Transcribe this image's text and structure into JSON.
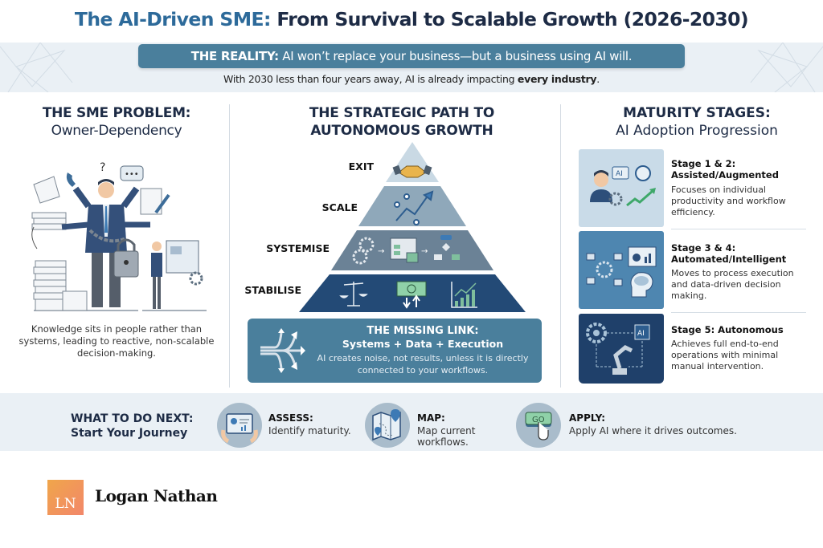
{
  "header": {
    "title_accent": "The AI-Driven SME:",
    "title_rest": " From Survival to Scalable Growth (2026-2030)"
  },
  "reality": {
    "label": "THE REALITY:",
    "message": " AI won’t replace your business—but a business using AI will.",
    "sub_text": "With 2030 less than four years away, AI is already impacting ",
    "sub_bold": "every industry",
    "sub_end": "."
  },
  "problem": {
    "title": "THE SME PROBLEM:",
    "subtitle": "Owner-Dependency",
    "description": "Knowledge sits in people rather than systems, leading to reactive, non-scalable decision-making."
  },
  "path": {
    "title_line1": "THE STRATEGIC PATH TO",
    "title_line2": "AUTONOMOUS GROWTH",
    "levels": [
      {
        "label": "EXIT",
        "icon": "handshake-icon",
        "color": "#c9d9e4"
      },
      {
        "label": "SCALE",
        "icon": "growth-network-icon",
        "color": "#8fa8ba"
      },
      {
        "label": "SYSTEMISE",
        "icon": "workflow-process-icon",
        "color": "#6b8296"
      },
      {
        "label": "STABILISE",
        "icon": "balance-finance-chart-icon",
        "color": "#234a76"
      }
    ],
    "missing_link": {
      "title": "THE MISSING LINK:",
      "subtitle": "Systems + Data + Execution",
      "description": "AI creates noise, not results, unless it is directly connected to your workflows."
    }
  },
  "maturity": {
    "title": "MATURITY STAGES:",
    "subtitle": "AI Adoption Progression",
    "stages": [
      {
        "title_line1": "Stage 1 & 2:",
        "title_line2": "Assisted/Augmented",
        "description": "Focuses on individual productivity and workflow efficiency.",
        "bg": "#c9dbe8"
      },
      {
        "title_line1": "Stage 3 & 4:",
        "title_line2": "Automated/Intelligent",
        "description": "Moves to process execution and data-driven decision making.",
        "bg": "#4e86b0"
      },
      {
        "title_line1": "Stage 5: Autonomous",
        "title_line2": "",
        "description": "Achieves full end-to-end operations with minimal manual intervention.",
        "bg": "#1f406a"
      }
    ]
  },
  "next": {
    "title_line1": "WHAT TO DO NEXT:",
    "title_line2": "Start Your Journey",
    "steps": [
      {
        "label": "ASSESS:",
        "description": "Identify maturity.",
        "icon": "tablet-dashboard-icon"
      },
      {
        "label": "MAP:",
        "description": "Map current workflows.",
        "icon": "map-pin-icon"
      },
      {
        "label": "APPLY:",
        "description": "Apply AI where it drives outcomes.",
        "icon": "go-button-icon",
        "button_text": "GO"
      }
    ]
  },
  "brand": {
    "initials": "LN",
    "name": "Logan Nathan"
  },
  "colors": {
    "navy": "#1d2b45",
    "accent_blue": "#2d6a9a",
    "teal_box": "#4a7f9c",
    "band_bg": "#eaf0f5"
  }
}
